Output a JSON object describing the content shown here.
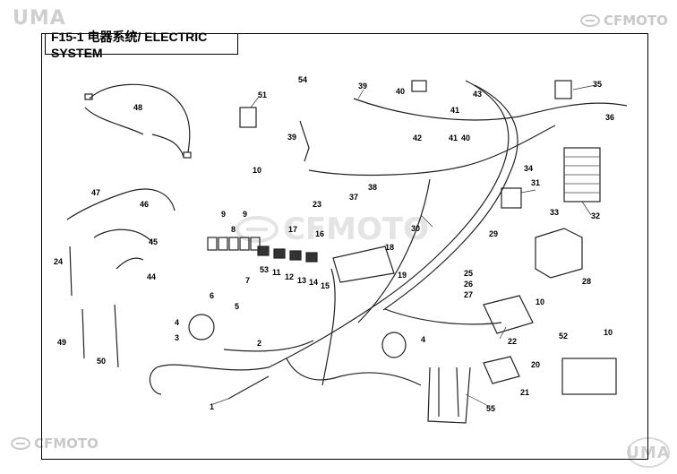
{
  "brand": {
    "uma": "UMA",
    "cfmoto": "CFMOTO"
  },
  "title": "F15-1 电器系统/ ELECTRIC SYSTEM",
  "part_labels": [
    "1",
    "2",
    "3",
    "4",
    "5",
    "6",
    "7",
    "8",
    "9",
    "10",
    "11",
    "12",
    "13",
    "14",
    "15",
    "16",
    "17",
    "18",
    "19",
    "20",
    "21",
    "22",
    "23",
    "24",
    "25",
    "26",
    "27",
    "28",
    "29",
    "30",
    "31",
    "32",
    "33",
    "34",
    "35",
    "36",
    "37",
    "38",
    "39",
    "40",
    "41",
    "42",
    "43",
    "44",
    "45",
    "46",
    "47",
    "48",
    "49",
    "50",
    "51",
    "52",
    "53",
    "54",
    "55"
  ]
}
